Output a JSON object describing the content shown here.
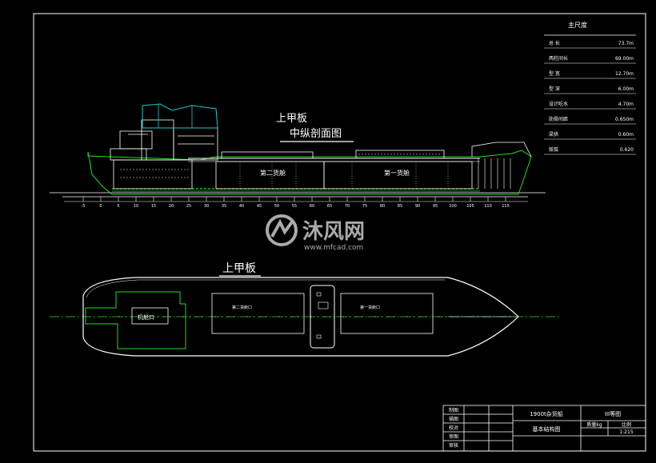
{
  "sheet": {
    "profile_title_top": "上甲板",
    "profile_title": "中纵剖面图",
    "plan_title": "上甲板",
    "hold_2_label": "第二货舱",
    "hold_1_label": "第一货舱",
    "hatch_2_label": "第二货舱口",
    "hatch_1_label": "第一货舱口",
    "engine_hatch_label": "机舱口",
    "frame_ticks": [
      "-5",
      "0",
      "5",
      "10",
      "15",
      "20",
      "25",
      "30",
      "35",
      "40",
      "45",
      "50",
      "55",
      "60",
      "65",
      "70",
      "75",
      "80",
      "85",
      "90",
      "95",
      "100",
      "105",
      "110",
      "115"
    ]
  },
  "particulars": {
    "title": "主尺度",
    "rows": [
      {
        "label": "总  长",
        "value": "73.7m"
      },
      {
        "label": "两柱间长",
        "value": "69.00m"
      },
      {
        "label": "型  宽",
        "value": "12.70m"
      },
      {
        "label": "型  深",
        "value": "6.00m"
      },
      {
        "label": "设计吃水",
        "value": "4.70m"
      },
      {
        "label": "肋骨间距",
        "value": "0.650m"
      },
      {
        "label": "梁拱",
        "value": "0.60m"
      },
      {
        "label": "舷弧",
        "value": "0.620"
      }
    ]
  },
  "title_block": {
    "roles": [
      "制图",
      "描图",
      "校对",
      "审图",
      "审核"
    ],
    "project": "1900t杂货船",
    "drawing_name": "基本结构图",
    "grade": "III等图",
    "weight_label": "质量kg",
    "scale_label": "比例",
    "scale_value": "1:215"
  },
  "watermark": {
    "brand": "沐风网",
    "url": "www.mfcad.com"
  },
  "colors": {
    "background": "#000000",
    "line": "#ffffff",
    "green": "#22dd22",
    "cyan": "#22cccc",
    "watermark": "#c8c8c8"
  }
}
